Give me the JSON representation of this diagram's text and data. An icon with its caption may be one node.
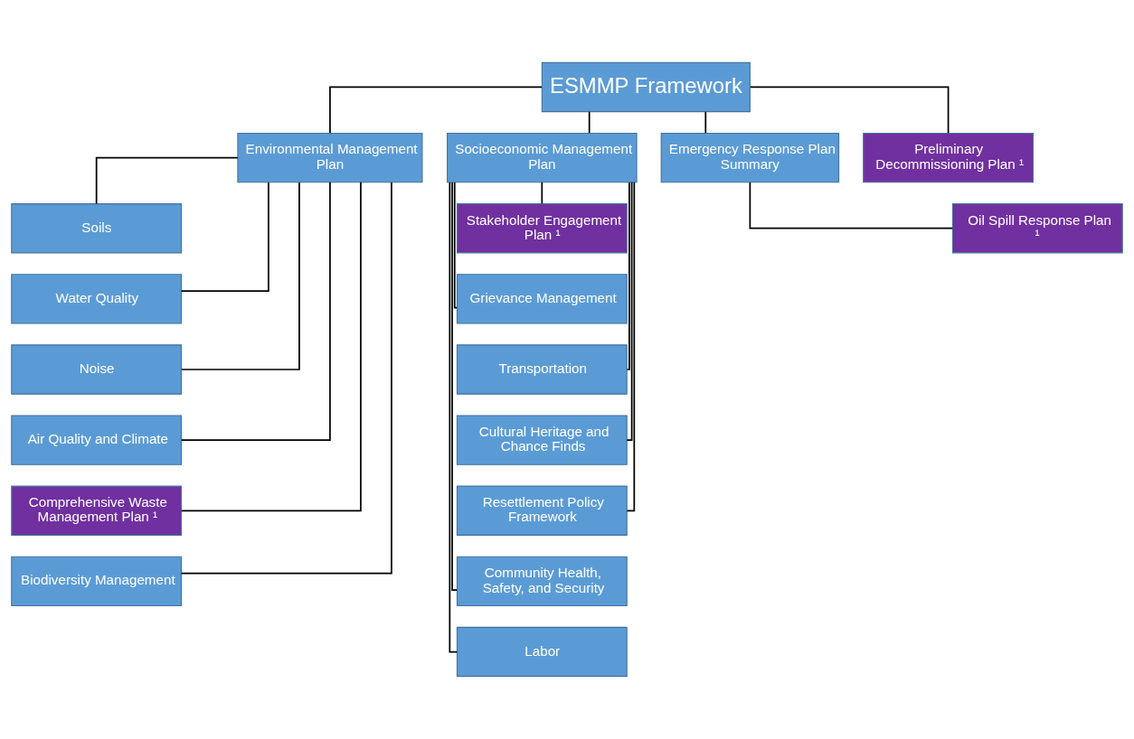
{
  "diagram": {
    "nodes": [
      {
        "text": [
          "ESMMP Framework"
        ]
      },
      {
        "text": [
          "Environmental Management Plan"
        ]
      },
      {
        "text": [
          "Socioeconomic Management Plan"
        ]
      },
      {
        "text": [
          "Emergency Response Plan Summary"
        ]
      },
      {
        "text": [
          "Preliminary Decommissioning Plan ¹"
        ]
      },
      {
        "text": [
          "Soils"
        ]
      },
      {
        "text": [
          "Water Quality"
        ]
      },
      {
        "text": [
          "Noise"
        ]
      },
      {
        "text": [
          "Air Quality and Climate"
        ]
      },
      {
        "text": [
          "Comprehensive Waste Management Plan ¹"
        ]
      },
      {
        "text": [
          "Biodiversity Management"
        ]
      },
      {
        "text": [
          "Stakeholder Engagement Plan ¹"
        ]
      },
      {
        "text": [
          "Grievance Management"
        ]
      },
      {
        "text": [
          "Transportation"
        ]
      },
      {
        "text": [
          "Cultural Heritage and Chance Finds"
        ]
      },
      {
        "text": [
          "Resettlement Policy Framework"
        ]
      },
      {
        "text": [
          "Community Health, Safety, and Security"
        ]
      },
      {
        "text": [
          "Labor"
        ]
      },
      {
        "text": [
          "Oil Spill Response Plan ¹"
        ]
      }
    ],
    "edges": [
      {
        "from": 0,
        "to": 1,
        "arrow": "none"
      },
      {
        "from": 0,
        "to": 2,
        "arrow": "none"
      },
      {
        "from": 0,
        "to": 3,
        "arrow": "none"
      },
      {
        "from": 0,
        "to": 4,
        "arrow": "none"
      },
      {
        "from": 1,
        "to": 5,
        "arrow": "none"
      },
      {
        "from": 1,
        "to": 6,
        "arrow": "none"
      },
      {
        "from": 1,
        "to": 7,
        "arrow": "none"
      },
      {
        "from": 1,
        "to": 8,
        "arrow": "none"
      },
      {
        "from": 1,
        "to": 9,
        "arrow": "none"
      },
      {
        "from": 1,
        "to": 10,
        "arrow": "none"
      },
      {
        "from": 2,
        "to": 11,
        "arrow": "none"
      },
      {
        "from": 2,
        "to": 12,
        "arrow": "none"
      },
      {
        "from": 2,
        "to": 13,
        "arrow": "none"
      },
      {
        "from": 2,
        "to": 14,
        "arrow": "none"
      },
      {
        "from": 2,
        "to": 15,
        "arrow": "none"
      },
      {
        "from": 2,
        "to": 16,
        "arrow": "none"
      },
      {
        "from": 2,
        "to": 17,
        "arrow": "none"
      },
      {
        "from": 3,
        "to": 18,
        "arrow": "none"
      }
    ]
  }
}
